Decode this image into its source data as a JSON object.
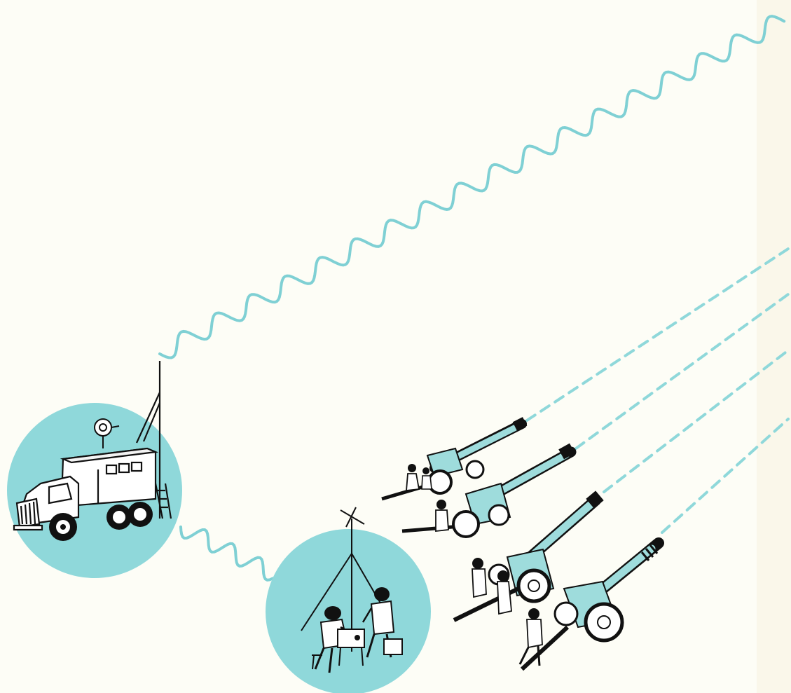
{
  "illustration": {
    "colors": {
      "paper": "#fdfdf6",
      "accent": "#8fd8da",
      "wave": "#7fd0d4",
      "ink": "#111111",
      "gun_fill": "#9edcdc"
    },
    "elements": [
      {
        "name": "radio-command-truck",
        "icon": "truck-icon"
      },
      {
        "name": "radio-operators-station",
        "icon": "radio-operators-icon"
      },
      {
        "name": "artillery-battery",
        "icon": "howitzer-icon",
        "count": 4
      }
    ]
  }
}
